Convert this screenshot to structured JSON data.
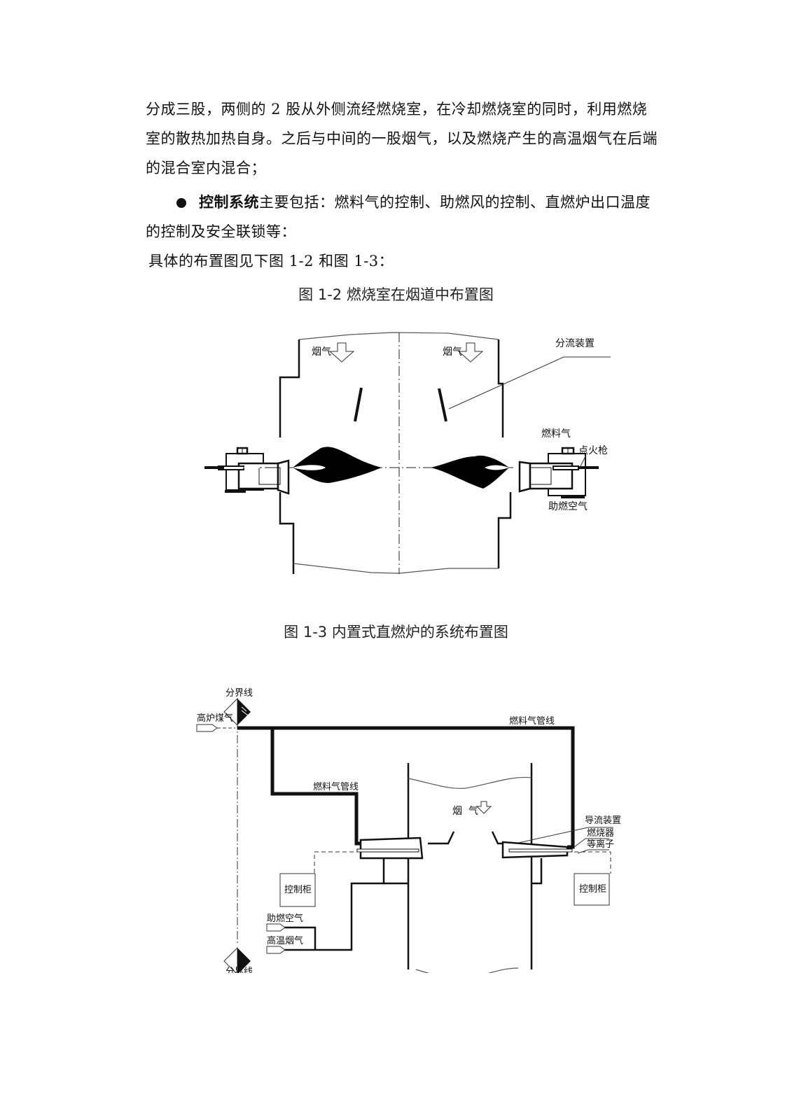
{
  "paragraphs": {
    "p1": "分成三股，两侧的 2 股从外侧流经燃烧室，在冷却燃烧室的同时，利用燃烧室的散热加热自身。之后与中间的一股烟气，以及燃烧产生的高温烟气在后端的混合室内混合；",
    "p2_bold": "控制系统",
    "p2_rest": "主要包括：燃料气的控制、助燃风的控制、直燃炉出口温度的控制及安全联锁等：",
    "p3": "具体的布置图见下图 1-2 和图 1-3："
  },
  "figure_1_2": {
    "caption": "图 1-2  燃烧室在烟道中布置图",
    "labels": {
      "flue_gas_left": "烟气",
      "flue_gas_right": "烟气",
      "diverter": "分流装置",
      "fuel_gas": "燃料气",
      "igniter": "点火枪",
      "combustion_air": "助燃空气"
    }
  },
  "figure_1_3": {
    "caption": "图 1-3 内置式直燃炉的系统布置图",
    "labels": {
      "boundary_top": "分界线",
      "boundary_bottom": "分界线",
      "bf_gas": "高炉煤气",
      "fuel_pipe_top": "燃料气管线",
      "fuel_pipe_left": "燃料气管线",
      "flue_gas": "烟  气",
      "guide_device": "导流装置",
      "burner": "燃烧器",
      "plasma": "等离子",
      "control_cabinet_left": "控制柜",
      "control_cabinet_right": "控制柜",
      "combustion_air": "助燃空气",
      "hot_flue_gas": "高温烟气"
    }
  }
}
